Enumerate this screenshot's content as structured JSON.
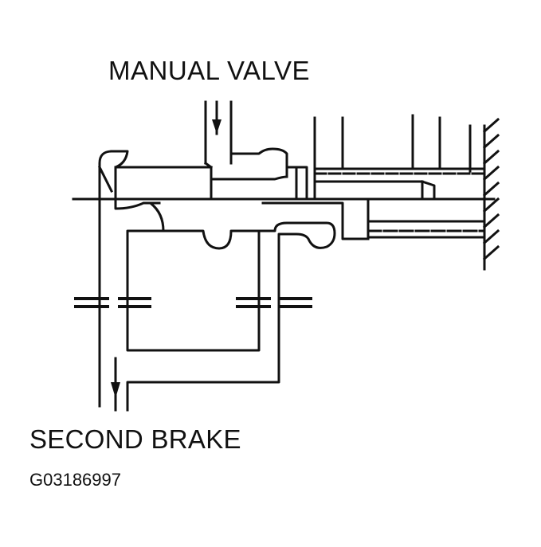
{
  "labels": {
    "manual_valve": "MANUAL VALVE",
    "second_brake": "SECOND BRAKE",
    "figure_id": "G03186997"
  },
  "colors": {
    "ink": "#111111",
    "background": "#ffffff"
  }
}
